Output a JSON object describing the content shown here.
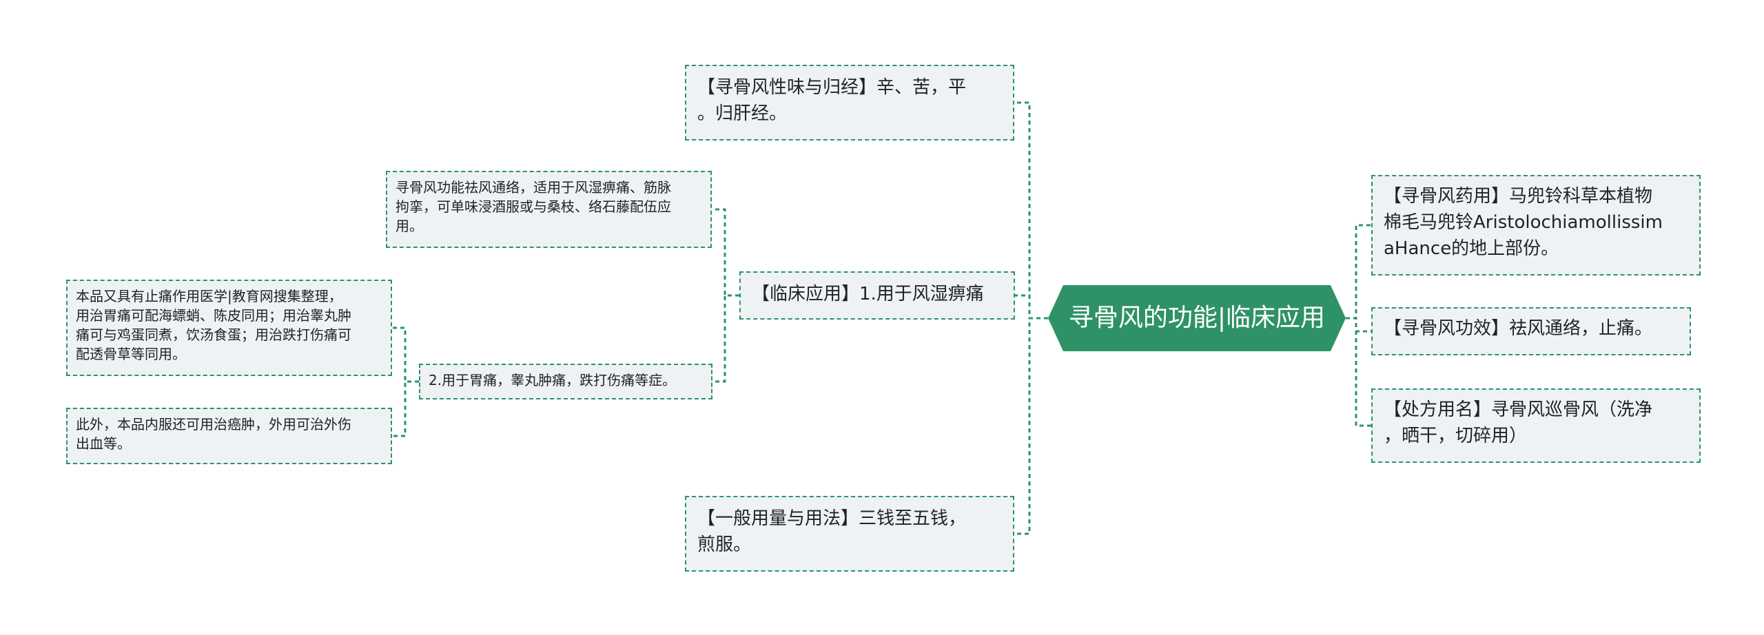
{
  "colors": {
    "accent": "#2f9266",
    "line": "#2a9467",
    "node_fill": "#eff2f5",
    "text": "#222222"
  },
  "root": {
    "label": "寻骨风的功能|临床应用"
  },
  "right_branches": [
    {
      "label": "【寻骨风药用】马兜铃科草本植物\n棉毛马兜铃Aristolochiamollissim\naHance的地上部份。"
    },
    {
      "label": "【寻骨风功效】祛风通络，止痛。"
    },
    {
      "label": "【处方用名】寻骨风巡骨风（洗净\n，晒干，切碎用）"
    }
  ],
  "left_branches": [
    {
      "label": "【寻骨风性味与归经】辛、苦，平\n。归肝经。"
    },
    {
      "label": "【临床应用】1.用于风湿痹痛"
    },
    {
      "label": "【一般用量与用法】三钱至五钱，\n煎服。"
    }
  ],
  "clinical_children": [
    {
      "label": "寻骨风功能祛风通络，适用于风湿痹痛、筋脉\n拘挛，可单味浸酒服或与桑枝、络石藤配伍应\n用。"
    },
    {
      "label": "2.用于胃痛，睾丸肿痛，跌打伤痛等症。"
    }
  ],
  "stomach_children": [
    {
      "label": "本品又具有止痛作用医学|教育网搜集整理，\n用治胃痛可配海螵蛸、陈皮同用；用治睾丸肿\n痛可与鸡蛋同煮，饮汤食蛋；用治跌打伤痛可\n配透骨草等同用。"
    },
    {
      "label": "此外，本品内服还可用治癌肿，外用可治外伤\n出血等。"
    }
  ]
}
